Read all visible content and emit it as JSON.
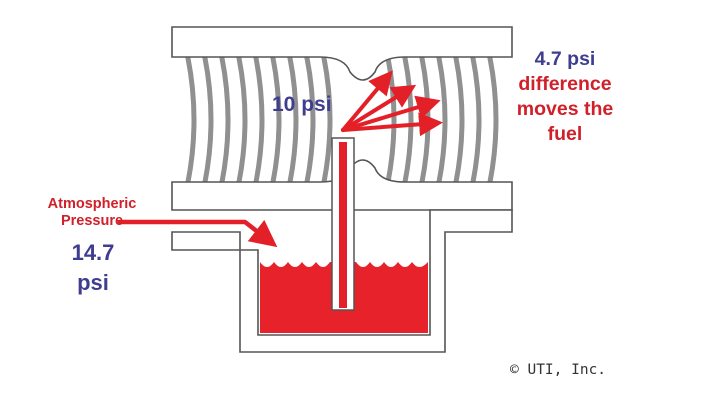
{
  "labels": {
    "atmospheric_line1": "Atmospheric",
    "atmospheric_line2": "Pressure",
    "atmospheric_value_line1": "14.7",
    "atmospheric_value_line2": "psi",
    "venturi_pressure": "10 psi",
    "difference_line1": "4.7 psi",
    "difference_line2": "difference",
    "difference_line3": "moves the",
    "difference_line4": "fuel"
  },
  "copyright": "© UTI, Inc.",
  "colors": {
    "fuel": "#e8222a",
    "arrow": "#e32028",
    "pressure_text": "#3f3d8f",
    "label_text": "#d0202a",
    "airflow_lines": "#909090",
    "outline": "#555555"
  }
}
